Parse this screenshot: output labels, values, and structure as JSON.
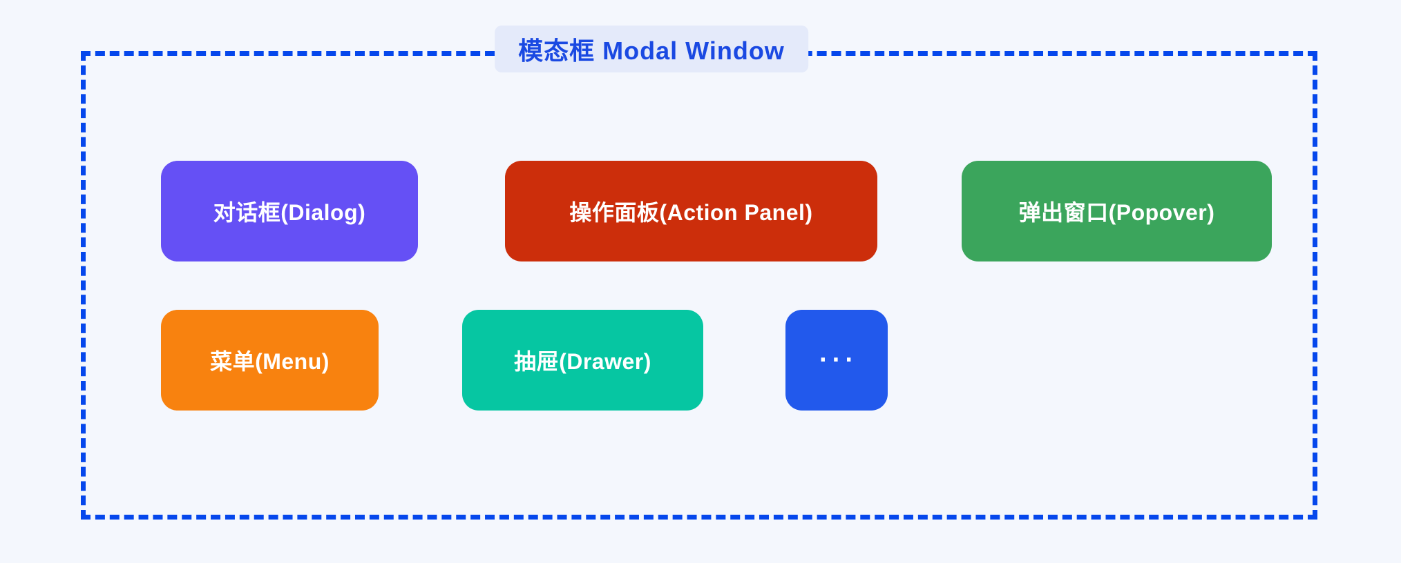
{
  "diagram": {
    "title": "模态框 Modal Window",
    "background_color": "#F4F7FD",
    "frame_border_color": "#0547EC",
    "badge_background_color": "#E4EAFA",
    "badge_text_color": "#1A49E2",
    "nodes": [
      {
        "id": "dialog",
        "label": "对话框(Dialog)",
        "color": "#6550F5"
      },
      {
        "id": "action-panel",
        "label": "操作面板(Action Panel)",
        "color": "#CC2E0B"
      },
      {
        "id": "popover",
        "label": "弹出窗口(Popover)",
        "color": "#3BA55C"
      },
      {
        "id": "menu",
        "label": "菜单(Menu)",
        "color": "#F8820F"
      },
      {
        "id": "drawer",
        "label": "抽屉(Drawer)",
        "color": "#06C6A2"
      },
      {
        "id": "more",
        "label": "···",
        "color": "#2259EC"
      }
    ]
  }
}
